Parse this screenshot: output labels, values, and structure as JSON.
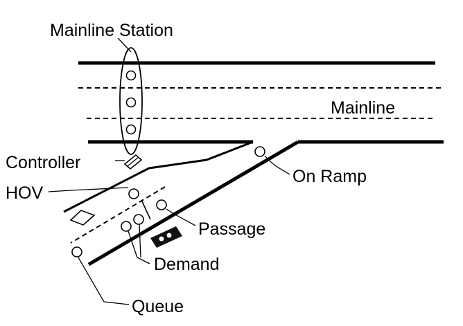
{
  "labels": {
    "mainline_station": "Mainline Station",
    "mainline": "Mainline",
    "controller": "Controller",
    "on_ramp": "On Ramp",
    "hov": "HOV",
    "passage": "Passage",
    "demand": "Demand",
    "queue": "Queue"
  },
  "icons": {
    "controller": "controller-icon",
    "hov_diamond": "hov-diamond-icon",
    "signal_head": "ramp-meter-signal-icon"
  }
}
